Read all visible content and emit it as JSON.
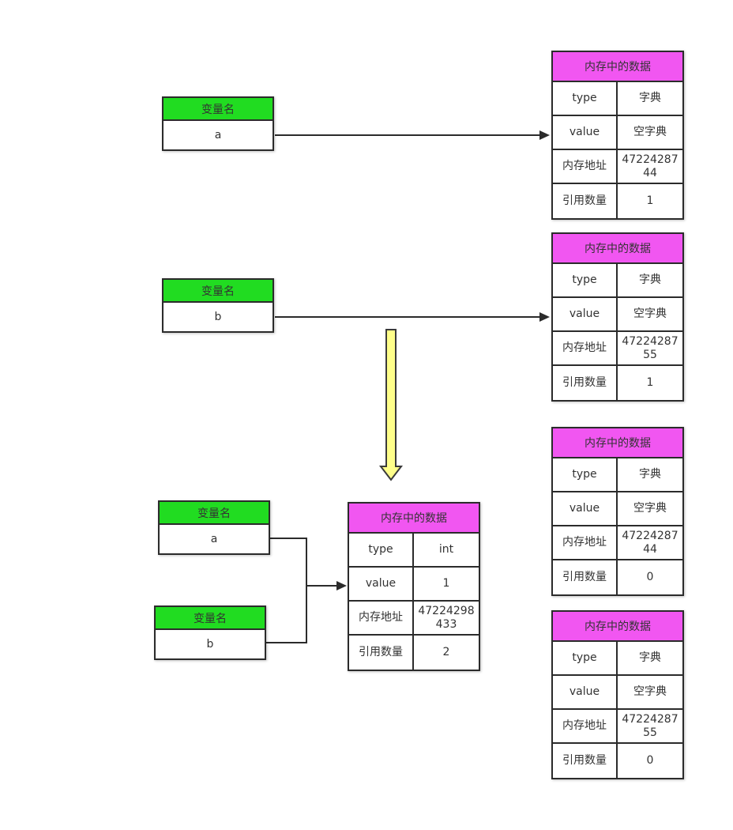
{
  "colors": {
    "green_header": "#21dc21",
    "magenta_header": "#f156f1",
    "yellow_arrow_fill": "#ffff8a",
    "border": "#2b2b2b",
    "text": "#333333",
    "background": "#ffffff"
  },
  "var_boxes": [
    {
      "header": "变量名",
      "name": "a"
    },
    {
      "header": "变量名",
      "name": "b"
    },
    {
      "header": "变量名",
      "name": "a"
    },
    {
      "header": "变量名",
      "name": "b"
    }
  ],
  "memory_tables": [
    {
      "title": "内存中的数据",
      "rows": [
        {
          "label": "type",
          "value": "字典"
        },
        {
          "label": "value",
          "value": "空字典"
        },
        {
          "label": "内存地址",
          "value": "4722428744"
        },
        {
          "label": "引用数量",
          "value": "1"
        }
      ]
    },
    {
      "title": "内存中的数据",
      "rows": [
        {
          "label": "type",
          "value": "字典"
        },
        {
          "label": "value",
          "value": "空字典"
        },
        {
          "label": "内存地址",
          "value": "4722428755"
        },
        {
          "label": "引用数量",
          "value": "1"
        }
      ]
    },
    {
      "title": "内存中的数据",
      "rows": [
        {
          "label": "type",
          "value": "int"
        },
        {
          "label": "value",
          "value": "1"
        },
        {
          "label": "内存地址",
          "value": "47224298433"
        },
        {
          "label": "引用数量",
          "value": "2"
        }
      ]
    },
    {
      "title": "内存中的数据",
      "rows": [
        {
          "label": "type",
          "value": "字典"
        },
        {
          "label": "value",
          "value": "空字典"
        },
        {
          "label": "内存地址",
          "value": "4722428744"
        },
        {
          "label": "引用数量",
          "value": "0"
        }
      ]
    },
    {
      "title": "内存中的数据",
      "rows": [
        {
          "label": "type",
          "value": "字典"
        },
        {
          "label": "value",
          "value": "空字典"
        },
        {
          "label": "内存地址",
          "value": "4722428755"
        },
        {
          "label": "引用数量",
          "value": "0"
        }
      ]
    }
  ]
}
